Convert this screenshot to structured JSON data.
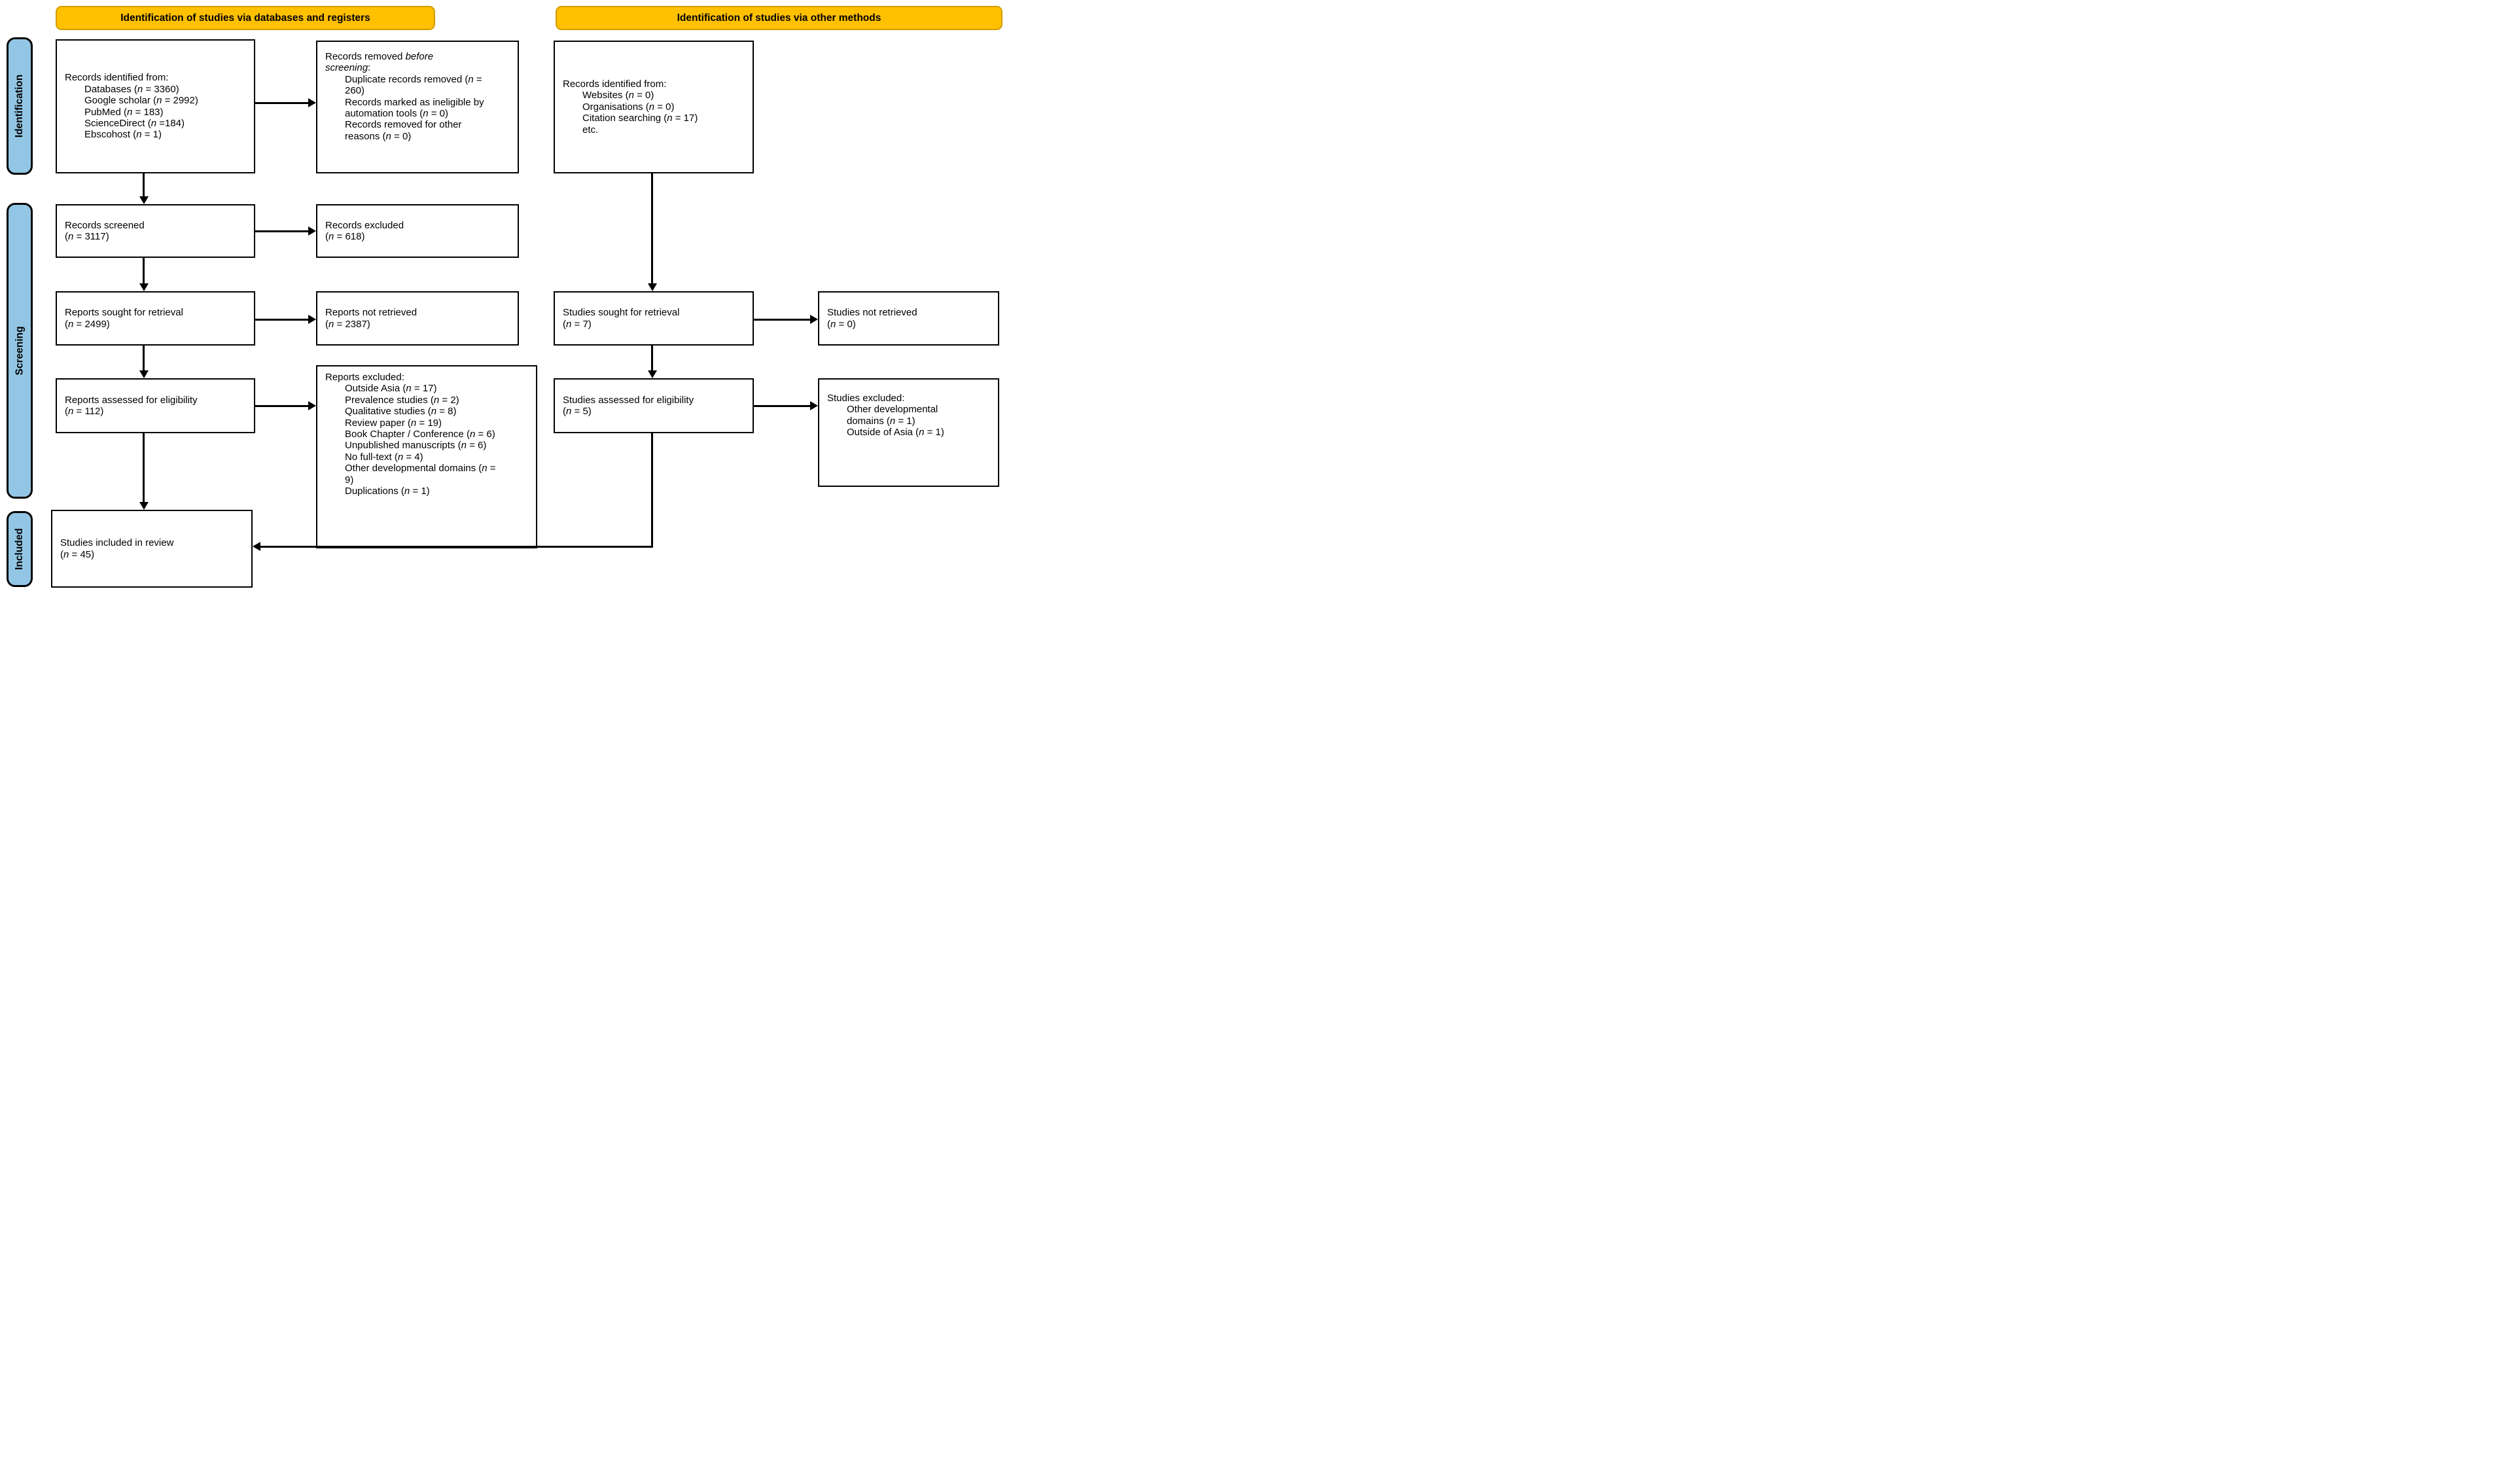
{
  "banners": {
    "left": "Identification of studies via databases and registers",
    "right": "Identification of studies via other methods"
  },
  "stages": {
    "identification": "Identification",
    "screening": "Screening",
    "included": "Included"
  },
  "colors": {
    "banner_fill": "#FFC000",
    "banner_border": "#D49B00",
    "stage_fill": "#93C6E4",
    "box_border": "#000000",
    "background": "#FFFFFF"
  },
  "italic_phrases": [
    "before screening"
  ],
  "boxes": {
    "records_identified_db": {
      "title": "Records identified from:",
      "items": [
        "Databases (n = 3360)",
        "Google scholar (n = 2992)",
        "PubMed (n = 183)",
        "ScienceDirect (n =184)",
        "Ebscohost (n = 1)"
      ]
    },
    "records_removed": {
      "title": "Records removed before screening:",
      "items": [
        "Duplicate records removed (n = 260)",
        "Records marked as ineligible by automation tools (n = 0)",
        "Records removed for other reasons (n = 0)"
      ]
    },
    "records_identified_other": {
      "title": "Records identified from:",
      "items": [
        "Websites (n = 0)",
        "Organisations (n = 0)",
        "Citation searching (n = 17)",
        "etc."
      ]
    },
    "records_screened": {
      "lines": [
        "Records screened",
        "(n = 3117)"
      ]
    },
    "records_excluded": {
      "lines": [
        "Records excluded",
        "(n = 618)"
      ]
    },
    "reports_sought": {
      "lines": [
        "Reports sought for retrieval",
        "(n = 2499)"
      ]
    },
    "reports_not_retrieved": {
      "lines": [
        "Reports not retrieved",
        "(n = 2387)"
      ]
    },
    "reports_assessed": {
      "lines": [
        "Reports assessed for eligibility",
        "(n = 112)"
      ]
    },
    "reports_excluded": {
      "title": "Reports excluded:",
      "items": [
        "Outside Asia (n = 17)",
        "Prevalence studies (n = 2)",
        "Qualitative studies (n = 8)",
        "Review paper (n = 19)",
        "Book Chapter / Conference (n = 6)",
        "Unpublished manuscripts (n = 6)",
        "No full-text (n = 4)",
        "Other developmental domains (n = 9)",
        "Duplications (n = 1)"
      ]
    },
    "studies_sought": {
      "lines": [
        "Studies sought for retrieval",
        "(n = 7)"
      ]
    },
    "studies_not_retrieved": {
      "lines": [
        "Studies not retrieved",
        "(n = 0)"
      ]
    },
    "studies_assessed": {
      "lines": [
        "Studies assessed for eligibility",
        "(n = 5)"
      ]
    },
    "studies_excluded": {
      "title": "Studies excluded:",
      "items": [
        "Other developmental domains (n = 1)",
        "Outside of Asia (n = 1)"
      ]
    },
    "studies_included": {
      "lines": [
        "Studies included in review",
        "(n = 45)"
      ]
    }
  }
}
